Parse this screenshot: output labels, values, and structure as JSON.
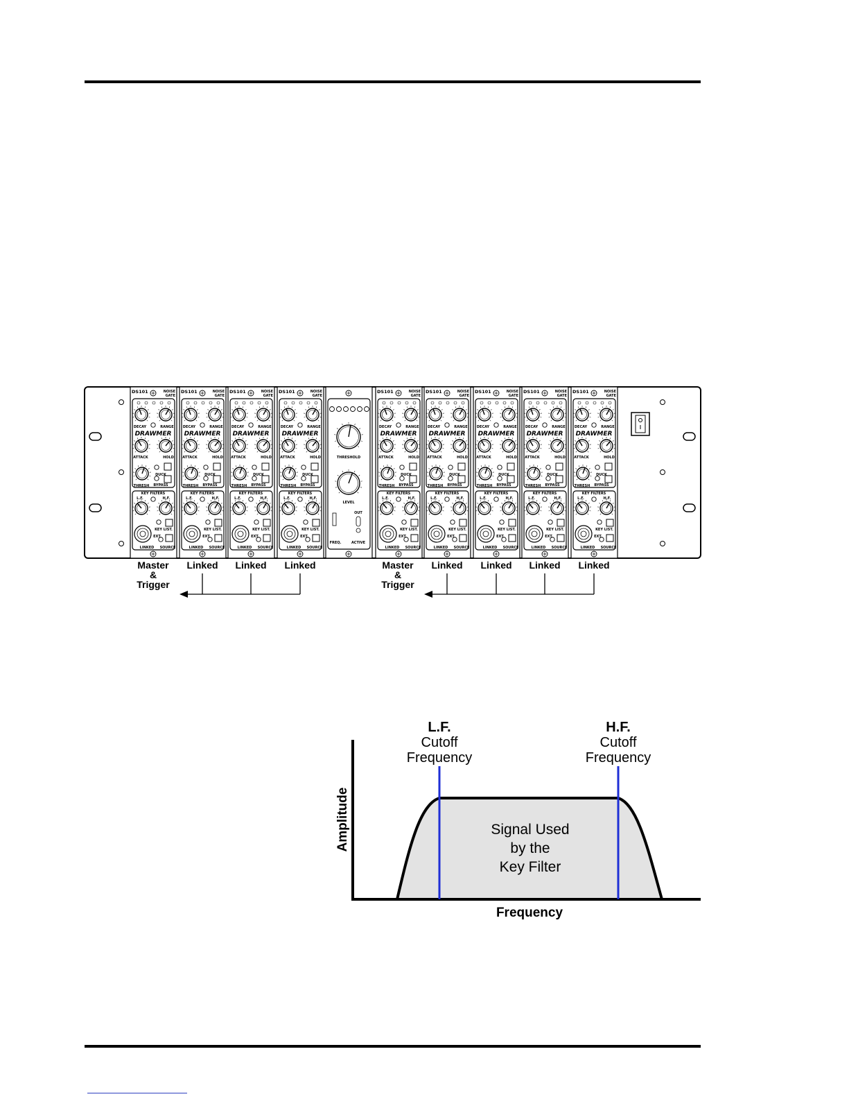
{
  "rack": {
    "module_name": "DS101",
    "module_type": "NOISE GATE",
    "brand": "DRAWMER",
    "module_controls": [
      "DECAY",
      "RANGE",
      "ATTACK",
      "HOLD",
      "THRESH",
      "DUCK",
      "BYPASS",
      "KEY FILTERS",
      "L.F.",
      "H.F.",
      "KEY LIST.",
      "EXT.",
      "LINKED",
      "SOURCE"
    ],
    "center_controls": [
      "THRESHOLD",
      "LEVEL",
      "FREQ.",
      "ACTIVE",
      "OUT"
    ],
    "slot_labels": [
      "Master\n&\nTrigger",
      "Linked",
      "Linked",
      "Linked",
      "",
      "Master\n&\nTrigger",
      "Linked",
      "Linked",
      "Linked",
      "Linked"
    ]
  },
  "graph": {
    "lf_label": "L.F.",
    "lf_sub1": "Cutoff",
    "lf_sub2": "Frequency",
    "hf_label": "H.F.",
    "hf_sub1": "Cutoff",
    "hf_sub2": "Frequency",
    "band_line1": "Signal Used",
    "band_line2": "by the",
    "band_line3": "Key Filter",
    "x_label": "Frequency",
    "y_label": "Amplitude",
    "cutoff_color": "#1f2fd6",
    "band_fill": "#e3e3e3"
  }
}
